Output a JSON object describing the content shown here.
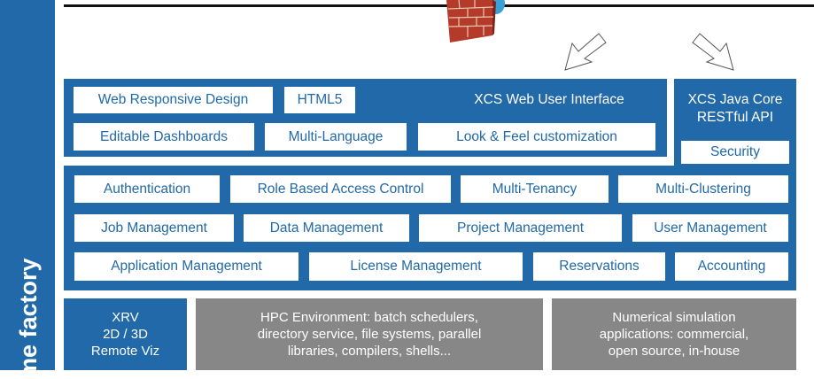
{
  "sidebar": {
    "label": "me factory"
  },
  "icons": {
    "firewall": "firewall-icon",
    "arrow": "outline-arrow-icon"
  },
  "colors": {
    "primary": "#2169a8",
    "gray": "#878787",
    "white": "#ffffff"
  },
  "web_ui": {
    "title": "XCS Web User Interface",
    "items": [
      "Web Responsive Design",
      "HTML5",
      "Editable Dashboards",
      "Multi-Language",
      "Look & Feel customization"
    ]
  },
  "java_core": {
    "title_line1": "XCS Java Core",
    "title_line2": "RESTful API",
    "security": "Security"
  },
  "features": {
    "row1": [
      "Authentication",
      "Role Based Access Control",
      "Multi-Tenancy",
      "Multi-Clustering"
    ],
    "row2": [
      "Job Management",
      "Data Management",
      "Project Management",
      "User Management"
    ],
    "row3": [
      "Application Management",
      "License Management",
      "Reservations",
      "Accounting"
    ]
  },
  "bottom": {
    "xrv": {
      "line1": "XRV",
      "line2": "2D / 3D",
      "line3": "Remote Viz"
    },
    "hpc": {
      "line1": "HPC Environment: batch schedulers,",
      "line2": "directory service, file systems, parallel",
      "line3": "libraries, compilers, shells..."
    },
    "numerical": {
      "line1": "Numerical simulation",
      "line2": "applications: commercial,",
      "line3": "open source, in-house"
    }
  }
}
